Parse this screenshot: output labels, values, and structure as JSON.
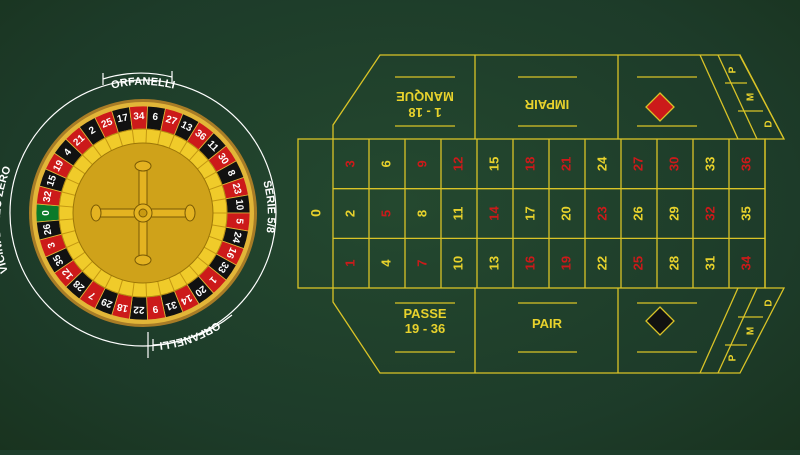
{
  "wheel": {
    "numbers": [
      "0",
      "32",
      "15",
      "19",
      "4",
      "21",
      "2",
      "25",
      "17",
      "34",
      "6",
      "27",
      "13",
      "36",
      "11",
      "30",
      "8",
      "23",
      "10",
      "5",
      "24",
      "16",
      "33",
      "1",
      "20",
      "14",
      "31",
      "9",
      "22",
      "18",
      "29",
      "7",
      "28",
      "12",
      "35",
      "3",
      "26"
    ],
    "sector_labels": {
      "orphans_top": "ORFANELLI",
      "orphans_bottom": "ORFANELLI",
      "series": "SERIE 5/8",
      "voisins": "VICINI DELLO ZERO"
    }
  },
  "table": {
    "zero": "0",
    "numbers": [
      "1",
      "2",
      "3",
      "4",
      "5",
      "6",
      "7",
      "8",
      "9",
      "10",
      "11",
      "12",
      "13",
      "14",
      "15",
      "16",
      "17",
      "18",
      "19",
      "20",
      "21",
      "22",
      "23",
      "24",
      "25",
      "26",
      "27",
      "28",
      "29",
      "30",
      "31",
      "32",
      "33",
      "34",
      "35",
      "36"
    ],
    "red_numbers": [
      1,
      3,
      5,
      7,
      9,
      12,
      14,
      16,
      18,
      19,
      21,
      23,
      25,
      27,
      30,
      32,
      34,
      36
    ],
    "manque_line1": "1 - 18",
    "manque_line2": "MANQUE",
    "impair": "IMPAIR",
    "passe_line1": "PASSE",
    "passe_line2": "19 - 36",
    "pair": "PAIR",
    "dozen_top": [
      "P",
      "M",
      "D"
    ],
    "dozen_bottom": [
      "D",
      "M",
      "P"
    ]
  },
  "colors": {
    "felt": "#1e3e2c",
    "line": "#d9c327",
    "red": "#cc1a1a",
    "black": "#111111",
    "green": "#0b7a2a",
    "gold": "#e0b820"
  }
}
